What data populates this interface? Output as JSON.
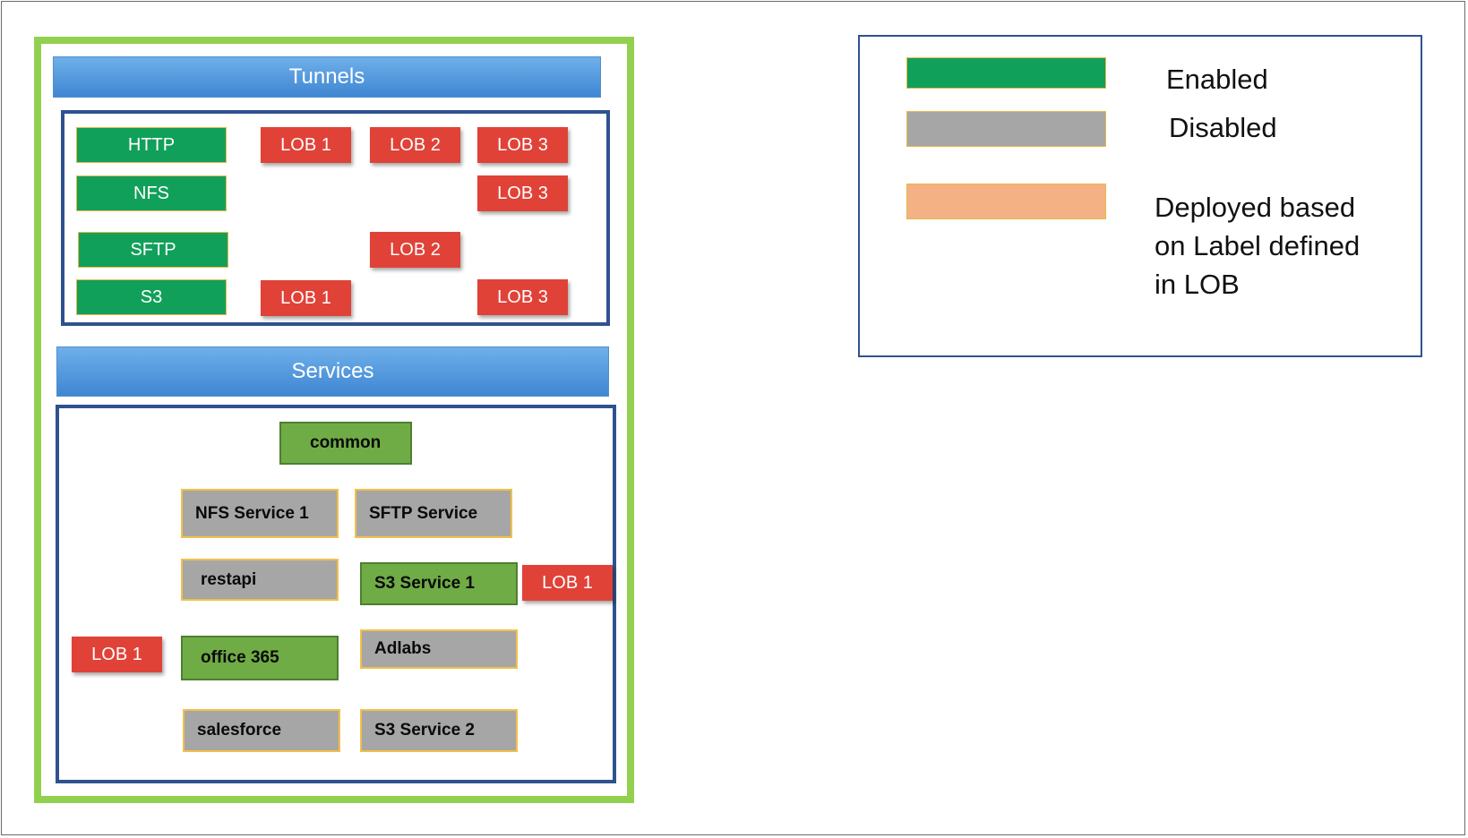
{
  "tunnels": {
    "title": "Tunnels",
    "protocols": [
      {
        "label": "HTTP"
      },
      {
        "label": "NFS"
      },
      {
        "label": "SFTP"
      },
      {
        "label": "S3"
      }
    ],
    "lobs": [
      {
        "label": "LOB 1",
        "protocol": "HTTP"
      },
      {
        "label": "LOB 2",
        "protocol": "HTTP"
      },
      {
        "label": "LOB 3",
        "protocol": "HTTP"
      },
      {
        "label": "LOB 3",
        "protocol": "NFS"
      },
      {
        "label": "LOB 2",
        "protocol": "SFTP"
      },
      {
        "label": "LOB 1",
        "protocol": "S3"
      },
      {
        "label": "LOB 3",
        "protocol": "S3"
      }
    ]
  },
  "services": {
    "title": "Services",
    "items": [
      {
        "label": "common",
        "state": "enabled"
      },
      {
        "label": "NFS Service 1",
        "state": "disabled"
      },
      {
        "label": "SFTP Service",
        "state": "disabled"
      },
      {
        "label": "restapi",
        "state": "disabled"
      },
      {
        "label": "S3 Service 1",
        "state": "enabled"
      },
      {
        "label": "office 365",
        "state": "enabled"
      },
      {
        "label": "Adlabs",
        "state": "disabled"
      },
      {
        "label": "salesforce",
        "state": "disabled"
      },
      {
        "label": "S3 Service 2",
        "state": "disabled"
      }
    ],
    "lobs": [
      {
        "label": "LOB 1",
        "service": "S3 Service 1"
      },
      {
        "label": "LOB 1",
        "service": "office 365"
      }
    ]
  },
  "legend": {
    "items": [
      {
        "label": "Enabled",
        "color": "#11a05a"
      },
      {
        "label": "Disabled",
        "color": "#a6a6a6"
      },
      {
        "label": "Deployed based\n on Label defined\n in LOB",
        "color": "#f4b183"
      }
    ]
  },
  "colors": {
    "outer_border": "#92d050",
    "panel_border": "#2f528f",
    "lob": "#e04238",
    "service_enabled": "#6fac46"
  }
}
